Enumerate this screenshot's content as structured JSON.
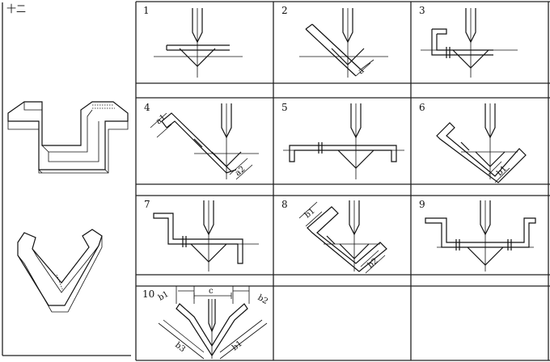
{
  "figure": {
    "section_label": "十二",
    "steps": [
      {
        "number": "1"
      },
      {
        "number": "2",
        "dims": [
          "a"
        ]
      },
      {
        "number": "3"
      },
      {
        "number": "4",
        "dims": [
          "a1",
          "a2"
        ]
      },
      {
        "number": "5"
      },
      {
        "number": "6",
        "dims": [
          "b1"
        ]
      },
      {
        "number": "7"
      },
      {
        "number": "8",
        "dims": [
          "b1",
          "b2"
        ]
      },
      {
        "number": "9"
      },
      {
        "number": "10",
        "dims": [
          "b1",
          "c",
          "b2",
          "b3",
          "b1"
        ]
      }
    ]
  }
}
